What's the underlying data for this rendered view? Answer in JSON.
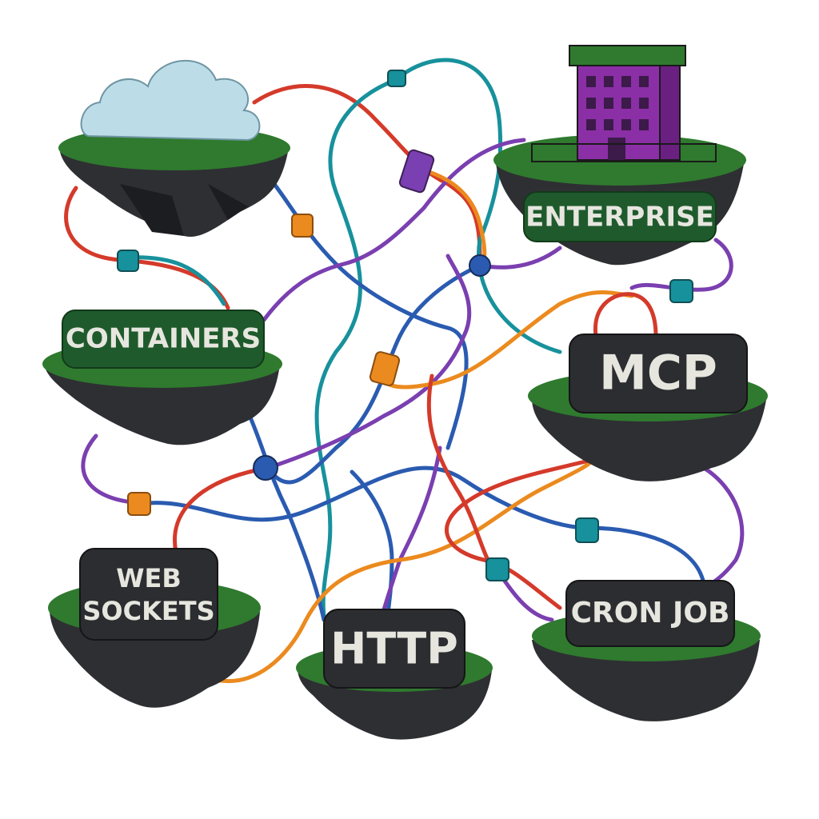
{
  "nodes": [
    {
      "id": "cloud",
      "label_lines": [],
      "icon": "cloud-icon"
    },
    {
      "id": "enterprise",
      "label_lines": [
        "ENTERPRISE"
      ],
      "icon": "building-icon"
    },
    {
      "id": "containers",
      "label_lines": [
        "CONTAINERS"
      ]
    },
    {
      "id": "mcp",
      "label_lines": [
        "MCP"
      ]
    },
    {
      "id": "websockets",
      "label_lines": [
        "WEB",
        "SOCKETS"
      ]
    },
    {
      "id": "http",
      "label_lines": [
        "HTTP"
      ]
    },
    {
      "id": "cronjob",
      "label_lines": [
        "CRON JOB"
      ]
    }
  ],
  "colors": {
    "grass": "#2f7a2e",
    "grass_dark": "#1f5a21",
    "rock": "#2e2f33",
    "rock_dark": "#1c1d20",
    "label_bg": "#2c2d30",
    "label_bg_green": "#1f5a2c",
    "label_text": "#e6e6df",
    "cloud": "#bcdde8",
    "building": "#8b2fa6",
    "cable_red": "#d43a2a",
    "cable_teal": "#17919c",
    "cable_purple": "#7a3fb0",
    "cable_orange": "#eb8a1e",
    "cable_blue": "#2a5bb0"
  }
}
